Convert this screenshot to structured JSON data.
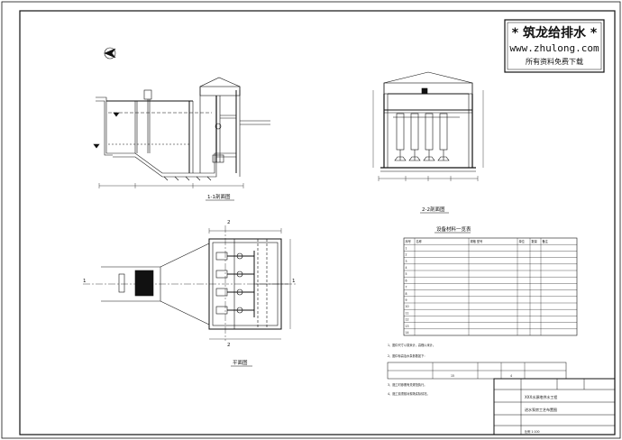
{
  "stamp": {
    "title": "* 筑龙给排水 *",
    "url": "www.zhulong.com",
    "subtitle": "所有资料免费下载"
  },
  "views": {
    "section_1": "1-1剖面图",
    "section_2": "2-2剖面图",
    "plan": "平面图"
  },
  "table": {
    "title": "设备材料一览表",
    "headers": [
      "序号",
      "名称",
      "规格 型号",
      "单位",
      "数量",
      "备注"
    ],
    "rows": [
      [
        "1",
        "",
        "",
        "",
        "",
        ""
      ],
      [
        "2",
        "",
        "",
        "",
        "",
        ""
      ],
      [
        "3",
        "",
        "",
        "",
        "",
        ""
      ],
      [
        "4",
        "",
        "",
        "",
        "",
        ""
      ],
      [
        "5",
        "",
        "",
        "",
        "",
        ""
      ],
      [
        "6",
        "",
        "",
        "",
        "",
        ""
      ],
      [
        "7",
        "",
        "",
        "",
        "",
        ""
      ],
      [
        "8",
        "",
        "",
        "",
        "",
        ""
      ],
      [
        "9",
        "",
        "",
        "",
        "",
        ""
      ],
      [
        "10",
        "",
        "",
        "",
        "",
        ""
      ],
      [
        "11",
        "",
        "",
        "",
        "",
        ""
      ],
      [
        "12",
        "",
        "",
        "",
        "",
        ""
      ],
      [
        "13",
        "",
        "",
        "",
        "",
        ""
      ],
      [
        "14",
        "",
        "",
        "",
        "",
        ""
      ]
    ]
  },
  "notes": [
    "1、图中尺寸以毫米计，高程以米计。",
    "2、图中标高及水泵参数如下：",
    "3、施工时参照有关规范执行。",
    "4、施工前须核对现场实际情况。"
  ],
  "pump_table": {
    "values": [
      "15",
      "4"
    ]
  },
  "title_block": {
    "project": "XXX水源地供水工程",
    "drawing": "进水泵房工艺布置图",
    "scale": "比例 1:100"
  },
  "section_marks": {
    "s1": "1",
    "s2": "2"
  }
}
